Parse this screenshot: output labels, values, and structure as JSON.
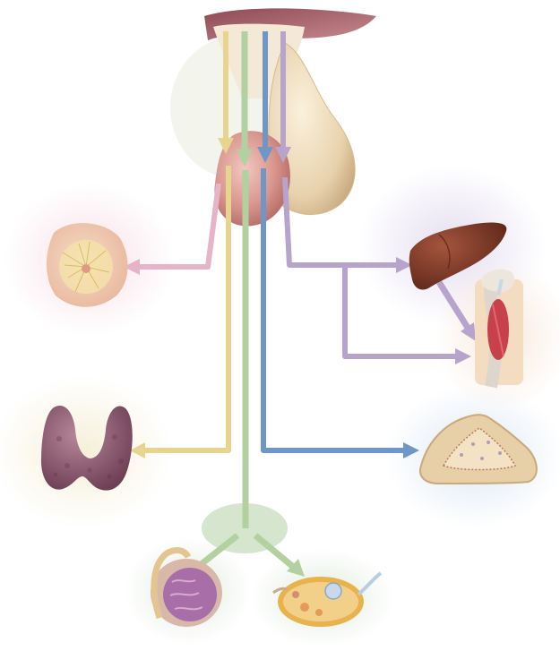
{
  "colors": {
    "pink_arrow": "#e6b3c8",
    "yellow_arrow": "#e6d48f",
    "green_arrow": "#b3d1a0",
    "blue_arrow": "#6e97c8",
    "purple_arrow": "#b6a4cc",
    "organ_liver": "#7a3a2a",
    "organ_thyroid": "#8c5a6e",
    "gland_tan": "#e8d2b0"
  },
  "organs": [
    {
      "id": "pituitary",
      "icon": "pituitary-gland-icon"
    },
    {
      "id": "breast",
      "icon": "mammary-gland-icon"
    },
    {
      "id": "liver",
      "icon": "liver-icon"
    },
    {
      "id": "muscle_bone",
      "icon": "muscle-bone-icon"
    },
    {
      "id": "thyroid",
      "icon": "thyroid-gland-icon"
    },
    {
      "id": "adrenal",
      "icon": "adrenal-cortex-icon"
    },
    {
      "id": "testis",
      "icon": "testis-icon"
    },
    {
      "id": "ovary",
      "icon": "ovary-icon"
    }
  ],
  "arrows": [
    {
      "from": "pituitary",
      "to": "breast",
      "color": "pink_arrow"
    },
    {
      "from": "pituitary",
      "to": "thyroid",
      "color": "yellow_arrow"
    },
    {
      "from": "pituitary",
      "to": "testis",
      "color": "green_arrow"
    },
    {
      "from": "pituitary",
      "to": "ovary",
      "color": "green_arrow"
    },
    {
      "from": "pituitary",
      "to": "adrenal",
      "color": "blue_arrow"
    },
    {
      "from": "pituitary",
      "to": "liver",
      "color": "purple_arrow"
    },
    {
      "from": "pituitary",
      "to": "muscle_bone",
      "color": "purple_arrow"
    },
    {
      "from": "liver",
      "to": "muscle_bone",
      "color": "purple_arrow"
    }
  ]
}
